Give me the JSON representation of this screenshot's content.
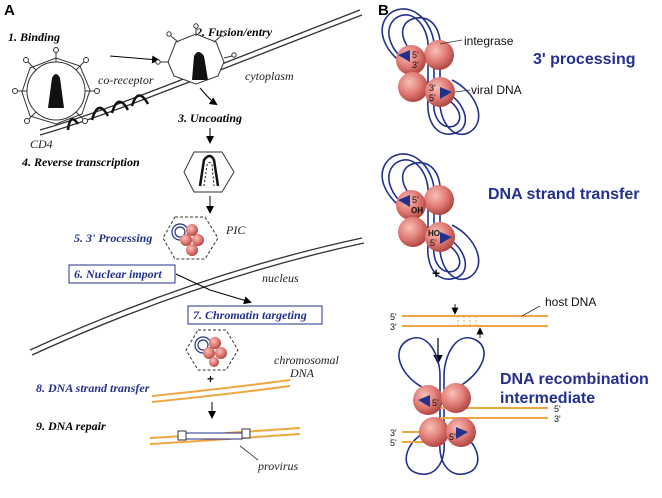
{
  "panel_a": {
    "letter": "A",
    "steps": {
      "binding": "1. Binding",
      "fusion": "2. Fusion/entry",
      "uncoating": "3. Uncoating",
      "rt": "4. Reverse transcription",
      "processing": "5. 3' Processing",
      "import": "6. Nuclear import",
      "targeting": "7. Chromatin targeting",
      "transfer": "8. DNA strand transfer",
      "repair": "9. DNA repair"
    },
    "labels": {
      "co_receptor": "co-receptor",
      "cd4": "CD4",
      "cytoplasm": "cytoplasm",
      "pic": "PIC",
      "nucleus": "nucleus",
      "chromosomal": "chromosomal",
      "dna": "DNA",
      "provirus": "provirus"
    }
  },
  "panel_b": {
    "letter": "B",
    "labels": {
      "integrase": "integrase",
      "viral_dna": "viral DNA",
      "host_dna": "host DNA",
      "plus": "+"
    },
    "titles": {
      "processing": "3' processing",
      "strand_transfer": "DNA strand transfer",
      "recomb_1": "DNA recombination",
      "recomb_2": "intermediate"
    },
    "ends": {
      "five": "5'",
      "three": "3'",
      "oh": "OH",
      "ho": "HO"
    }
  },
  "colors": {
    "blue": "#23318d",
    "orange": "#f0a640",
    "sphere": "#e07a74",
    "sphere_dark": "#a9403d"
  }
}
